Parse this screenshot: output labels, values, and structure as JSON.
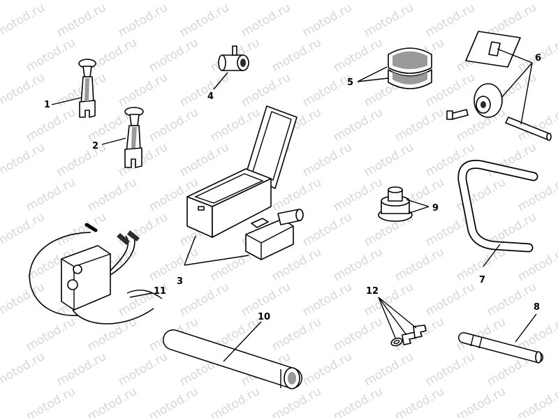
{
  "watermark": {
    "text": "motod.ru"
  },
  "parts": [
    {
      "id": "part-1",
      "callout": "1"
    },
    {
      "id": "part-2",
      "callout": "2"
    },
    {
      "id": "part-3",
      "callout": "3"
    },
    {
      "id": "part-4",
      "callout": "4"
    },
    {
      "id": "part-5",
      "callout": "5"
    },
    {
      "id": "part-6",
      "callout": "6"
    },
    {
      "id": "part-7",
      "callout": "7"
    },
    {
      "id": "part-8",
      "callout": "8"
    },
    {
      "id": "part-9",
      "callout": "9"
    },
    {
      "id": "part-10",
      "callout": "10"
    },
    {
      "id": "part-11",
      "callout": "11"
    },
    {
      "id": "part-12",
      "callout": "12"
    }
  ]
}
